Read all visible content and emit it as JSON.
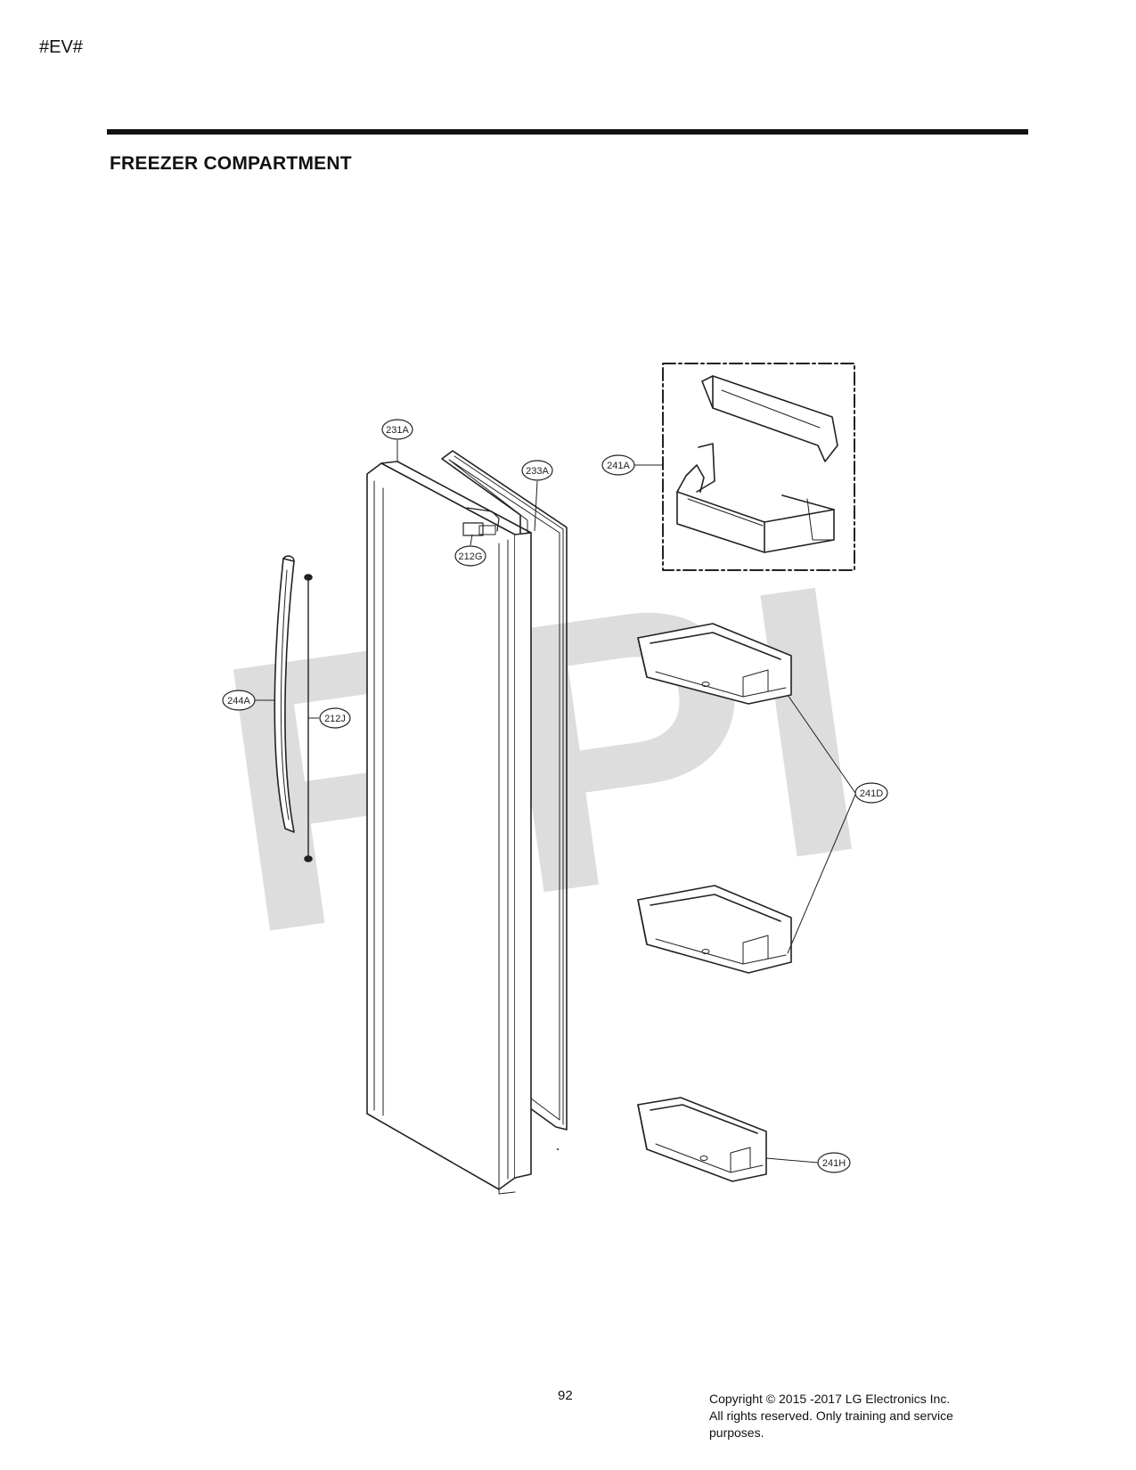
{
  "header": {
    "marker": "#EV#",
    "title": "FREEZER COMPARTMENT"
  },
  "watermark": "RPI",
  "callouts": [
    "231A",
    "233A",
    "212G",
    "244A",
    "212J",
    "241A",
    "241D",
    "241H"
  ],
  "footer": {
    "page_number": "92",
    "copyright_lines": [
      "Copyright © 2015 -2017 LG Electronics Inc.",
      "All rights reserved. Only training and service",
      "purposes."
    ]
  }
}
